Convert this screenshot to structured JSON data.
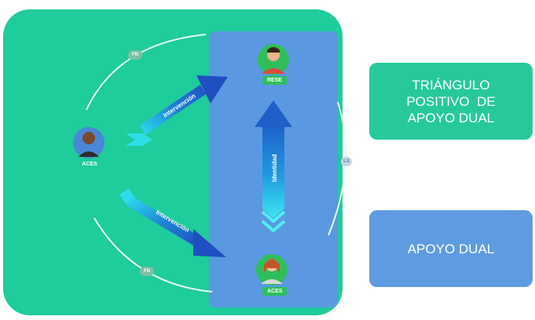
{
  "diagram": {
    "nodes": {
      "left": {
        "label": "ACES"
      },
      "top": {
        "label": "RESE"
      },
      "bottom": {
        "label": "ACES"
      }
    },
    "arrows": {
      "upper": {
        "label": "Intervención"
      },
      "lower": {
        "label": "Intervención"
      },
      "vertical": {
        "label": "Identidad"
      }
    },
    "pills": {
      "top": "FN",
      "bottom": "FN",
      "right": "LS"
    }
  },
  "legend": {
    "triangle_label_lines": [
      "TRIÁNGULO",
      "POSITIVO  DE",
      "APOYO DUAL"
    ],
    "dual_label": "APOYO DUAL"
  },
  "colors": {
    "green": "#1fcc9b",
    "blue": "#5b98e2",
    "arrow_dark": "#1f5fc8",
    "arrow_light": "#2ee0f0"
  }
}
